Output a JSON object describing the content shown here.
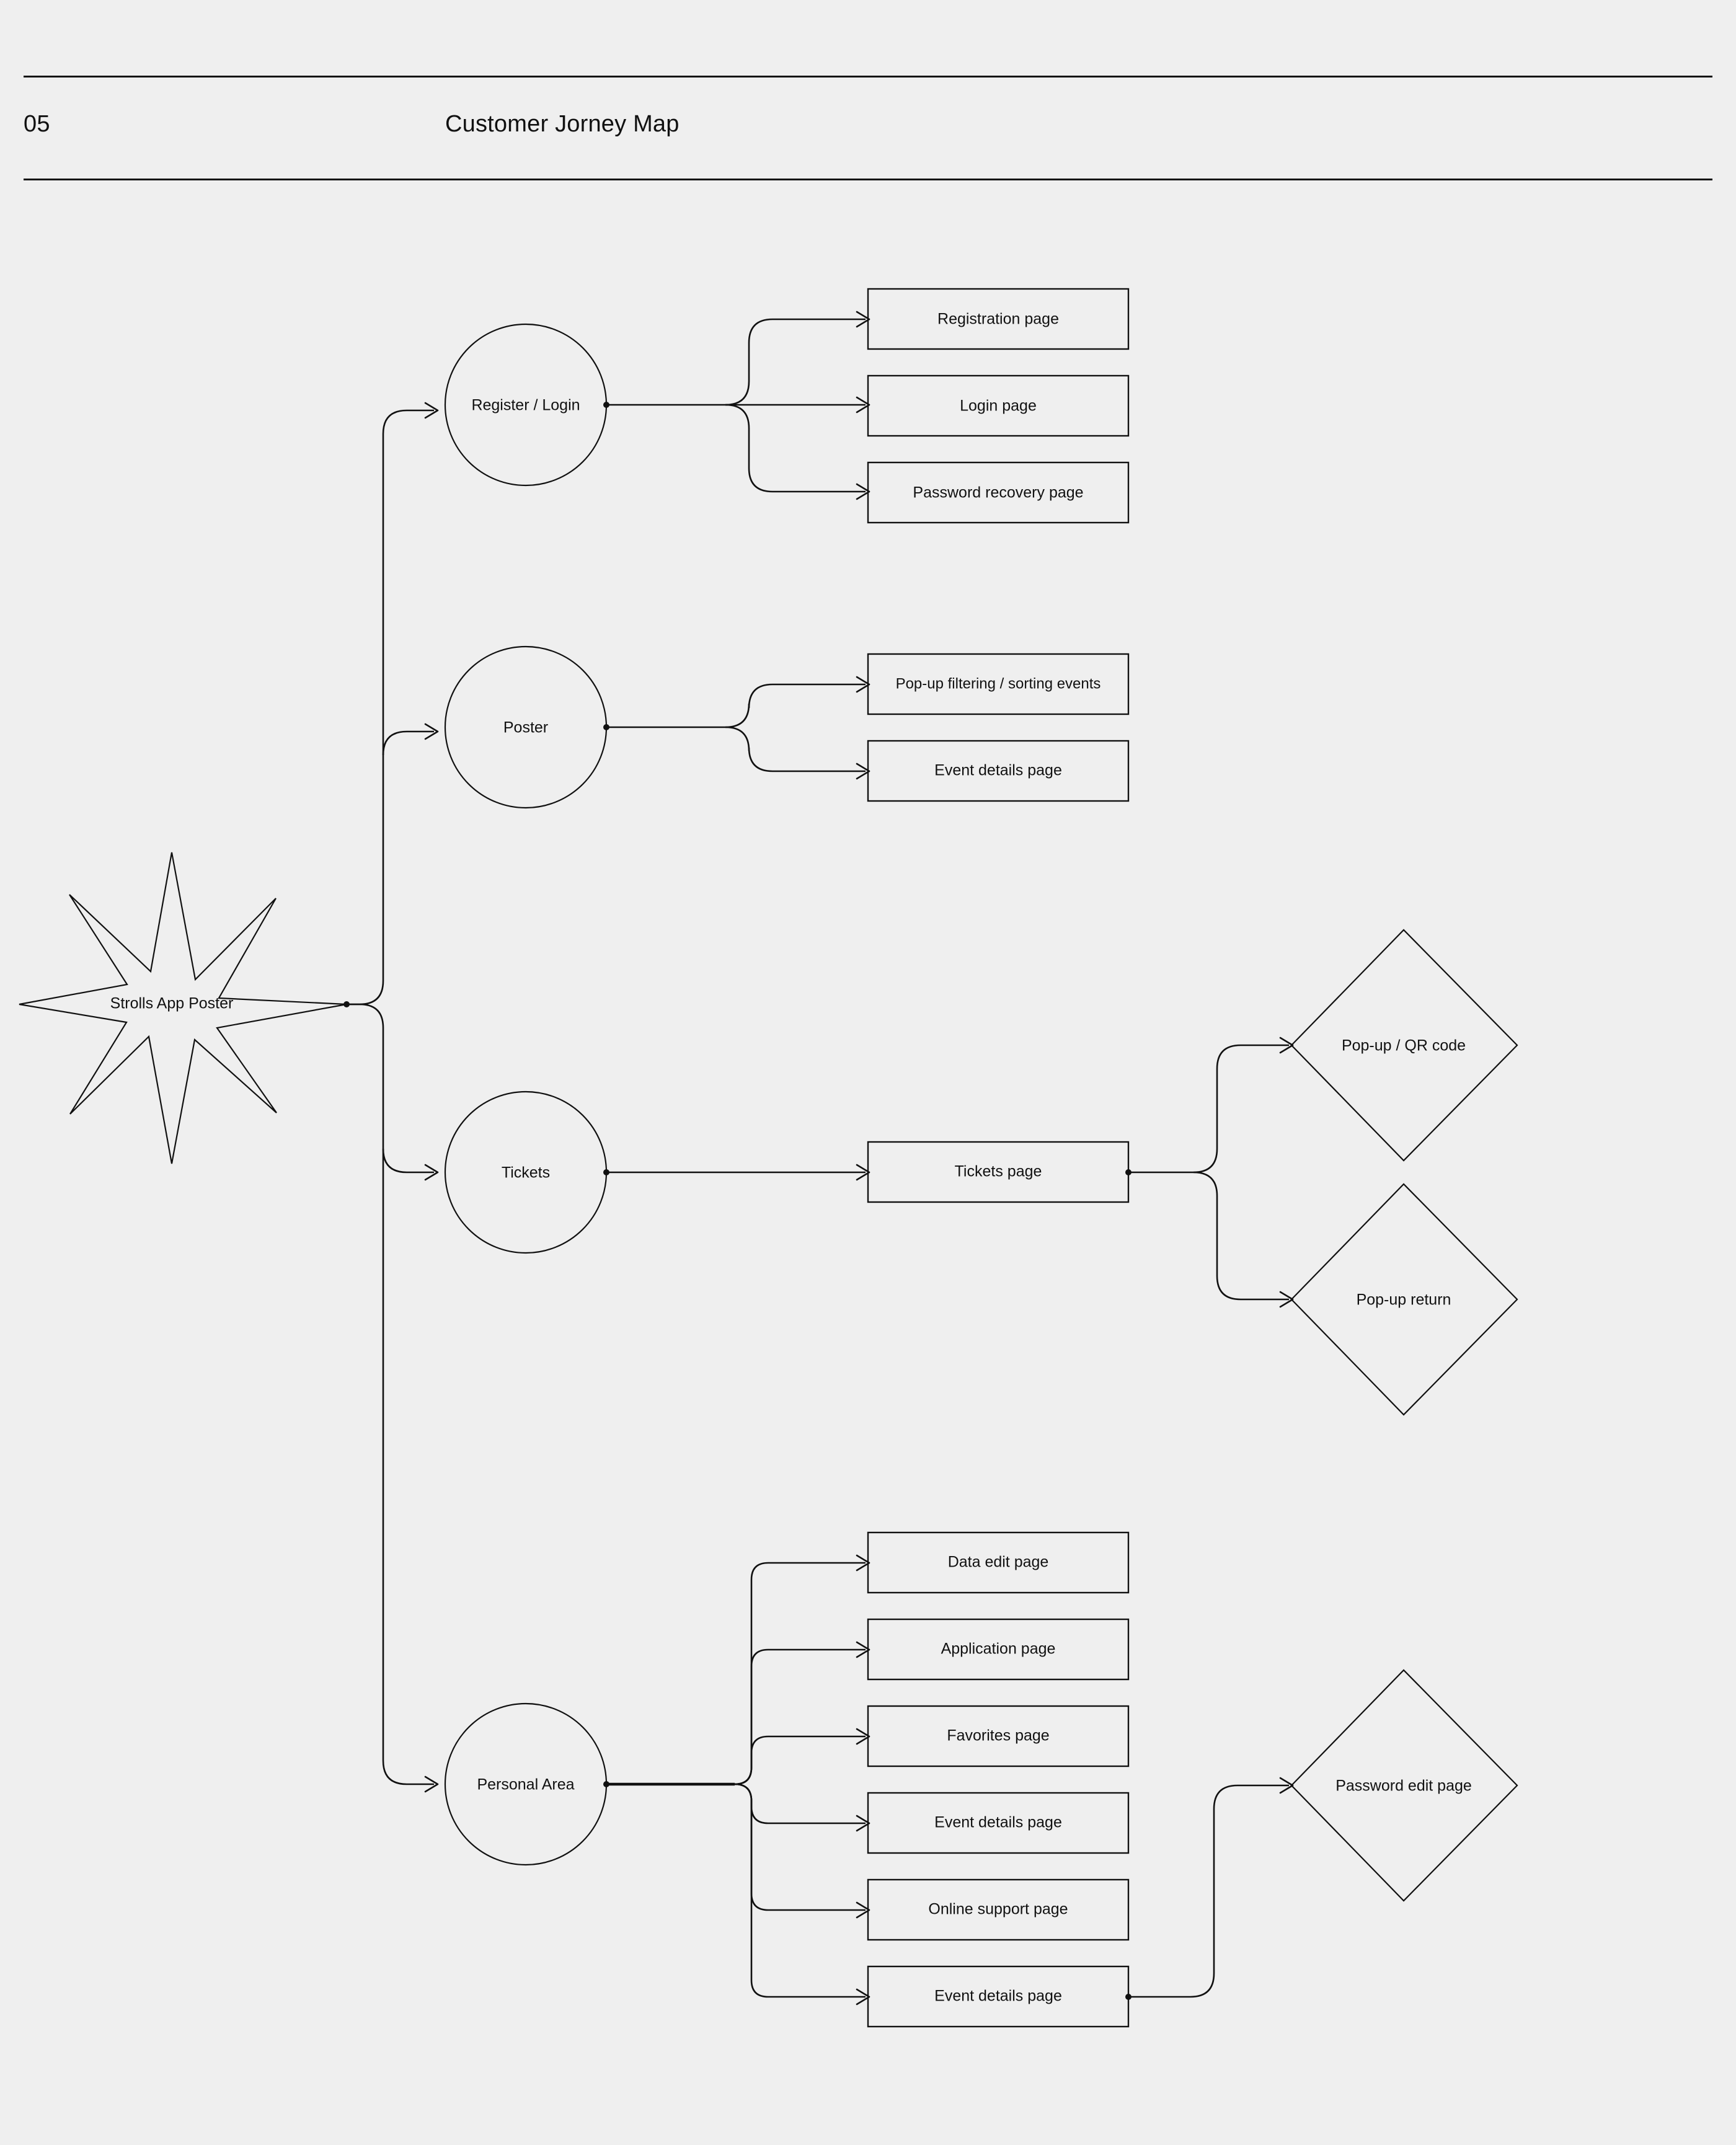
{
  "header": {
    "number": "05",
    "title": "Customer Jorney Map"
  },
  "diagram": {
    "root": {
      "label": "Strolls App Poster",
      "shape": "star-8"
    },
    "branches": [
      {
        "node": {
          "label": "Register / Login",
          "shape": "circle"
        },
        "children": [
          {
            "label": "Registration page",
            "shape": "rect"
          },
          {
            "label": "Login page",
            "shape": "rect"
          },
          {
            "label": "Password recovery page",
            "shape": "rect"
          }
        ]
      },
      {
        "node": {
          "label": "Poster",
          "shape": "circle"
        },
        "children": [
          {
            "label": "Pop-up filtering / sorting events",
            "shape": "rect"
          },
          {
            "label": "Event details page",
            "shape": "rect"
          }
        ]
      },
      {
        "node": {
          "label": "Tickets",
          "shape": "circle"
        },
        "children": [
          {
            "label": "Tickets page",
            "shape": "rect"
          }
        ],
        "grandchildren": [
          {
            "label": "Pop-up / QR code",
            "shape": "diamond"
          },
          {
            "label": "Pop-up return",
            "shape": "diamond"
          }
        ]
      },
      {
        "node": {
          "label": "Personal Area",
          "shape": "circle"
        },
        "children": [
          {
            "label": "Data edit page",
            "shape": "rect"
          },
          {
            "label": "Application page",
            "shape": "rect"
          },
          {
            "label": "Favorites page",
            "shape": "rect"
          },
          {
            "label": "Event details page",
            "shape": "rect"
          },
          {
            "label": "Online support page",
            "shape": "rect"
          },
          {
            "label": "Event details page",
            "shape": "rect"
          }
        ],
        "grandchildren": [
          {
            "label": "Password edit page",
            "shape": "diamond"
          }
        ]
      }
    ],
    "colors": {
      "background": "#efefef",
      "stroke": "#111111",
      "text": "#111111"
    }
  }
}
